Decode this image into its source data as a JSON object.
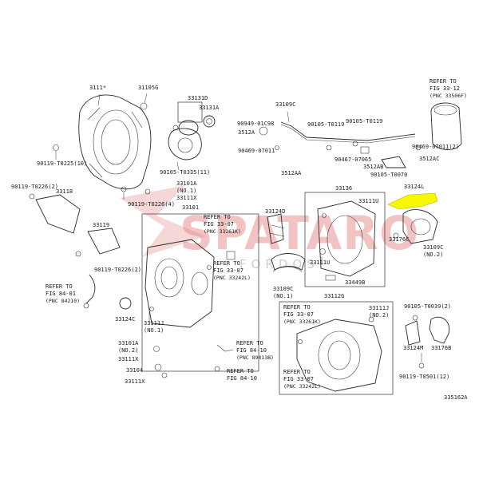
{
  "diagram": {
    "highlight_color": "#f7f700",
    "watermark": {
      "text": "SPATARO",
      "sub": "FORDOS",
      "color": "#e07a7a"
    },
    "figure_code": "335162A",
    "labels": {
      "l3111": "3111*",
      "l31105g": "31105G",
      "l33131d": "33131D",
      "l33131a": "33131A",
      "l33109c_top": "33109C",
      "l90949": "90949-01C98",
      "l90105_0119": "90105-T0119",
      "l90105_t0119b": "90105-T0119",
      "l3512a": "3512A",
      "l90469_07011": "90469-07011",
      "l90467_07065": "90467-07065",
      "l3512aa": "3512AA",
      "l3512ab": "3512AB",
      "l90105_0070": "90105-T0070",
      "l3512ac": "3512AC",
      "l90469_07011_2": "90469-07011(2)",
      "l_refer_top": "REFER TO",
      "l_fig_33_12": "FIG 33-12",
      "l_pnc_33506f": "(PNC 33506F)",
      "l90119_0225": "90119-T0225(10)",
      "l90105_0335": "90105-T0335(11)",
      "l90119_0226_2": "90119-T0226(2)",
      "l33118": "33118",
      "l33101a": "33101A",
      "l_no1a": "(NO.1)",
      "l33111x_top": "33111X",
      "l90119_0226_4": "90119-T0226(4)",
      "l33101": "33101",
      "l33119": "33119",
      "l_refer_a": "REFER TO",
      "l_fig_33_07a": "FIG 33-07",
      "l_pnc_33261k": "(PNC 33261K)",
      "l_refer_b": "REFER TO",
      "l_fig_33_07b": "FIG 33-07",
      "l_pnc_33242l": "(PNC 33242L)",
      "l90119_0226_2b": "90119-T0226(2)",
      "l_refer_84": "REFER TO",
      "l_fig_84_01": "FIG 84-01",
      "l_pnc_84210": "(PNC 84210)",
      "l33124c": "33124C",
      "l33111j_left": "33111J",
      "l_no1b": "(NO.1)",
      "l33101a_no2": "33101A",
      "l_no2a": "(NO.2)",
      "l33111x_mid": "33111X",
      "l33104": "33104",
      "l33111x_bot": "33111X",
      "l_refer_84_10a": "REFER TO",
      "l_fig_84_10a": "FIG 84-10",
      "l_pnc_89413b": "(PNC 89413B)",
      "l_refer_84_10b": "REFER TO",
      "l_fig_84_10b": "FIG 84-10",
      "l33136": "33136",
      "l33124l": "33124L",
      "l33124d": "33124D",
      "l33111u_top": "33111U",
      "l33176c": "33176C",
      "l33109c_no2": "33109C",
      "l_no2b": "(NO.2)",
      "l33111u_bot": "33111U",
      "l33449b": "33449B",
      "l33109c_no1": "33109C",
      "l_no1c": "(NO.1)",
      "l33112g": "33112G",
      "l_refer_c": "REFER TO",
      "l_fig_33_07c": "FIG 33-07",
      "l_pnc_33261k_b": "(PNC 33261K)",
      "l_refer_d": "REFER TO",
      "l_fig_33_07d": "FIG 33-07",
      "l_pnc_33242l_b": "(PNC 33242L)",
      "l33111j_right": "33111J",
      "l_no2c": "(NO.2)",
      "l90105_0039": "90105-T0039(2)",
      "l33124m": "33124M",
      "l33176b": "33176B",
      "l90119_0501": "90119-T0501(12)"
    }
  }
}
